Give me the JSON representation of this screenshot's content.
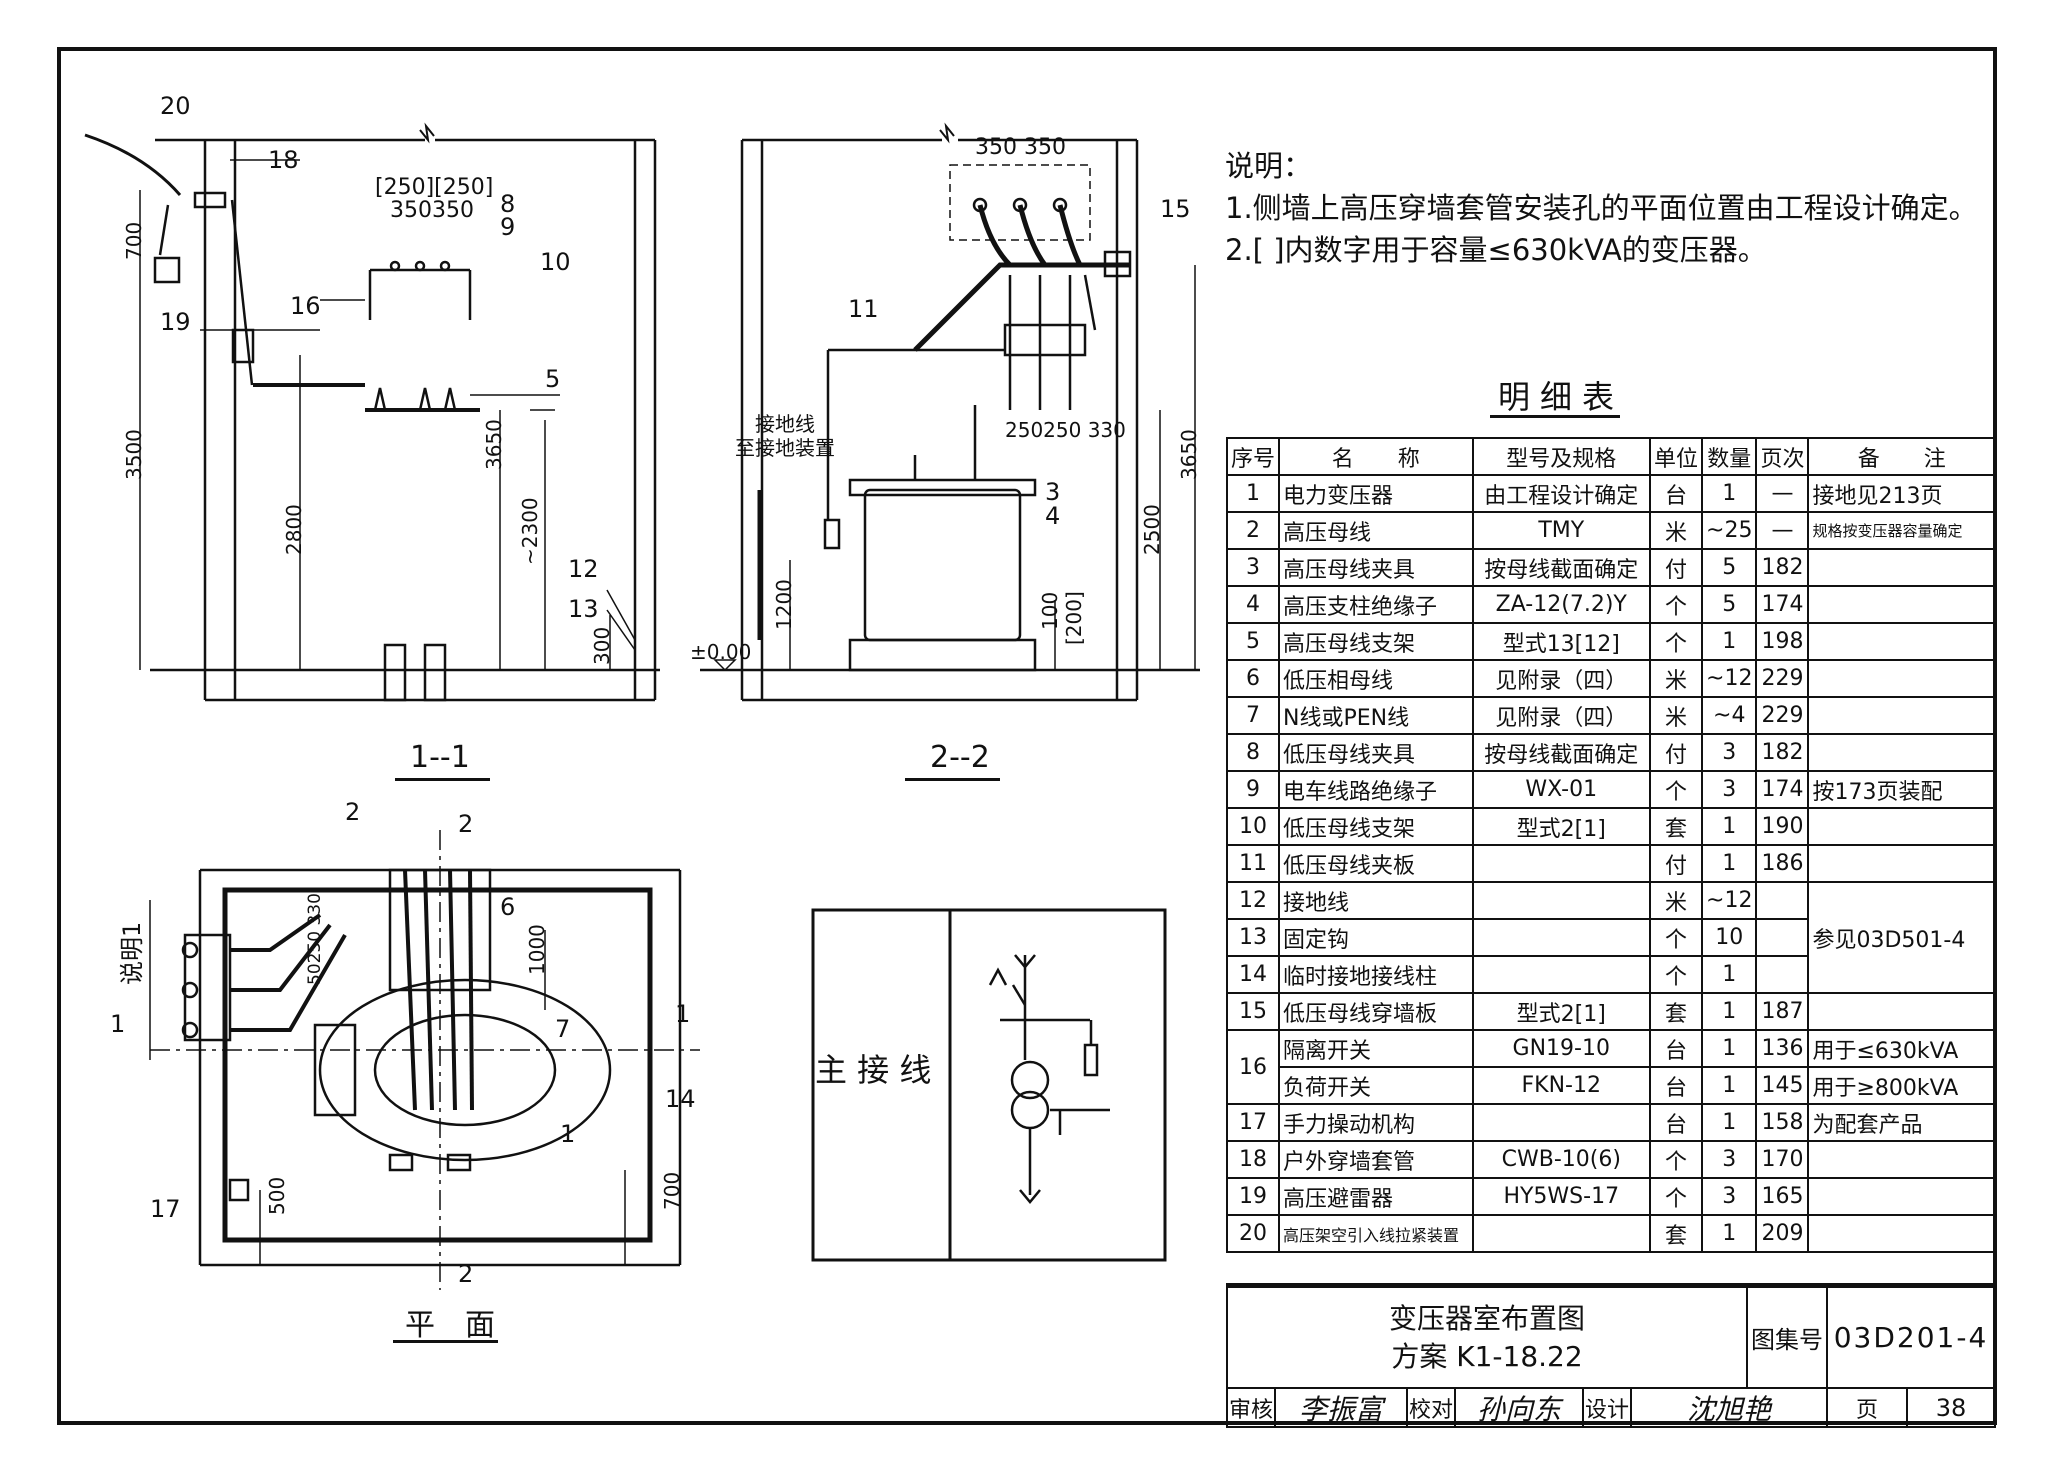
{
  "notes": {
    "heading": "说明：",
    "items": [
      "1.侧墙上高压穿墙套管安装孔的平面位置由工程设计确定。",
      "2.[ ]内数字用于容量≤630kVA的变压器。"
    ]
  },
  "bom": {
    "title": "明细表",
    "headers": [
      "序号",
      "名　　称",
      "型号及规格",
      "单位",
      "数量",
      "页次",
      "备　　注"
    ],
    "rows": [
      [
        "1",
        "电力变压器",
        "由工程设计确定",
        "台",
        "1",
        "—",
        "接地见213页"
      ],
      [
        "2",
        "高压母线",
        "TMY",
        "米",
        "~25",
        "—",
        "规格按变压器容量确定"
      ],
      [
        "3",
        "高压母线夹具",
        "按母线截面确定",
        "付",
        "5",
        "182",
        ""
      ],
      [
        "4",
        "高压支柱绝缘子",
        "ZA-12(7.2)Y",
        "个",
        "5",
        "174",
        ""
      ],
      [
        "5",
        "高压母线支架",
        "型式13[12]",
        "个",
        "1",
        "198",
        ""
      ],
      [
        "6",
        "低压相母线",
        "见附录（四）",
        "米",
        "~12",
        "229",
        ""
      ],
      [
        "7",
        "N线或PEN线",
        "见附录（四）",
        "米",
        "~4",
        "229",
        ""
      ],
      [
        "8",
        "低压母线夹具",
        "按母线截面确定",
        "付",
        "3",
        "182",
        ""
      ],
      [
        "9",
        "电车线路绝缘子",
        "WX-01",
        "个",
        "3",
        "174",
        "按173页装配"
      ],
      [
        "10",
        "低压母线支架",
        "型式2[1]",
        "套",
        "1",
        "190",
        ""
      ],
      [
        "11",
        "低压母线夹板",
        "",
        "付",
        "1",
        "186",
        ""
      ],
      [
        "12",
        "接地线",
        "",
        "米",
        "~12",
        "",
        "参见03D501-4"
      ],
      [
        "13",
        "固定钩",
        "",
        "个",
        "10",
        "",
        ""
      ],
      [
        "14",
        "临时接地接线柱",
        "",
        "个",
        "1",
        "",
        ""
      ],
      [
        "15",
        "低压母线穿墙板",
        "型式2[1]",
        "套",
        "1",
        "187",
        ""
      ],
      [
        "16",
        "隔离开关",
        "GN19-10",
        "台",
        "1",
        "136",
        "用于≤630kVA"
      ],
      [
        "",
        "负荷开关",
        "FKN-12",
        "台",
        "1",
        "145",
        "用于≥800kVA"
      ],
      [
        "17",
        "手力操动机构",
        "",
        "台",
        "1",
        "158",
        "为配套产品"
      ],
      [
        "18",
        "户外穿墙套管",
        "CWB-10(6)",
        "个",
        "3",
        "170",
        ""
      ],
      [
        "19",
        "高压避雷器",
        "HY5WS-17",
        "个",
        "3",
        "165",
        ""
      ],
      [
        "20",
        "高压架空引入线拉紧装置",
        "",
        "套",
        "1",
        "209",
        ""
      ]
    ]
  },
  "title_block": {
    "drawing_title": "变压器室布置图",
    "scheme": "方案 K1-18.22",
    "atlas_label": "图集号",
    "atlas_no": "03D201-4",
    "review_label": "审核",
    "check_label": "校对",
    "design_label": "设计",
    "page_label": "页",
    "page_no": "38",
    "review_sig": "李振富",
    "check_sig": "孙向东",
    "design_sig": "沈旭艳"
  },
  "views": {
    "section1": "1--1",
    "section2": "2--2",
    "plan": "平　面",
    "main_wiring": "主 接 线"
  },
  "labels": {
    "s1_dims": [
      "700",
      "3500",
      "2800",
      "3650",
      "~2300",
      "300"
    ],
    "s1_top_dims": [
      "[250][250]",
      "350350"
    ],
    "s1_callouts": [
      "20",
      "18",
      "19",
      "16",
      "8",
      "9",
      "10",
      "5",
      "12",
      "13"
    ],
    "s2_dims": [
      "350 350",
      "250250 330",
      "3650",
      "2500",
      "1200",
      "100",
      "[200]",
      "±0.00"
    ],
    "s2_callouts": [
      "15",
      "11",
      "3",
      "4"
    ],
    "s2_ground_text": [
      "接地线",
      "至接地装置"
    ],
    "plan_callouts": [
      "2",
      "6",
      "7",
      "1",
      "14",
      "17"
    ],
    "plan_dims": [
      "50250 330",
      "1000",
      "500",
      "700"
    ],
    "plan_marks": [
      "2",
      "2",
      "1",
      "1"
    ],
    "plan_side_note": "说明1"
  },
  "colors": {
    "ink": "#111111",
    "paper": "#ffffff"
  }
}
